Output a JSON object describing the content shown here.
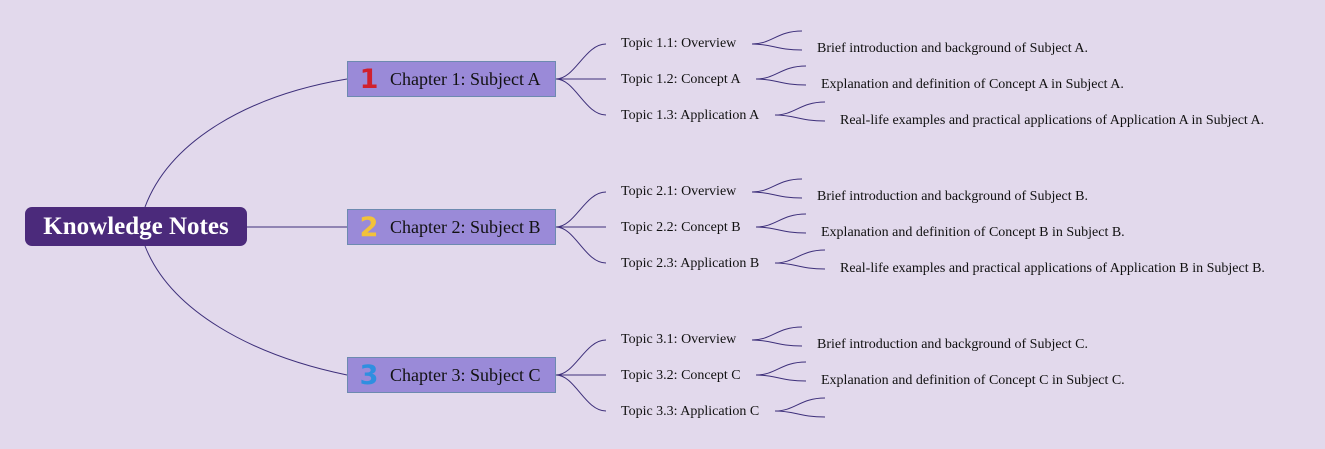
{
  "colors": {
    "background": "#e2d9ec",
    "root": "#4b2a7b",
    "chapter": "#9a8ad8",
    "line": "#3d2f7a",
    "num1": "#d0202e",
    "num2": "#f2c23a",
    "num3": "#2f8fe0"
  },
  "root": {
    "label": "Knowledge Notes"
  },
  "chapters": [
    {
      "num": "1",
      "label": "Chapter 1: Subject A",
      "topics": [
        {
          "label": "Topic 1.1: Overview",
          "detail": "Brief introduction and background of Subject A."
        },
        {
          "label": "Topic 1.2: Concept A",
          "detail": "Explanation and definition of Concept A in Subject A."
        },
        {
          "label": "Topic 1.3: Application A",
          "detail": "Real-life examples and practical applications of Application A in Subject A."
        }
      ]
    },
    {
      "num": "2",
      "label": "Chapter 2: Subject B",
      "topics": [
        {
          "label": "Topic 2.1: Overview",
          "detail": "Brief introduction and background of Subject B."
        },
        {
          "label": "Topic 2.2: Concept B",
          "detail": "Explanation and definition of Concept B in Subject B."
        },
        {
          "label": "Topic 2.3: Application B",
          "detail": "Real-life examples and practical applications of Application B in Subject B."
        }
      ]
    },
    {
      "num": "3",
      "label": "Chapter 3: Subject C",
      "topics": [
        {
          "label": "Topic 3.1: Overview",
          "detail": "Brief introduction and background of Subject C."
        },
        {
          "label": "Topic 3.2: Concept C",
          "detail": "Explanation and definition of Concept C in Subject C."
        },
        {
          "label": "Topic 3.3: Application C",
          "detail": ""
        }
      ]
    }
  ]
}
